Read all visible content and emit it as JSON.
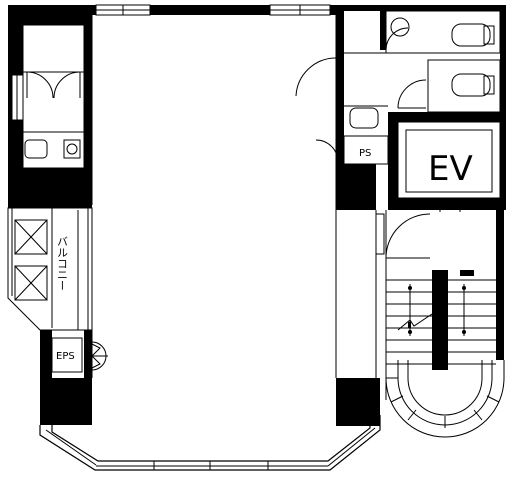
{
  "labels": {
    "elevator": "EV",
    "pipe_space": "PS",
    "electric_pipe_space": "EPS",
    "balcony": "バルコニー"
  }
}
